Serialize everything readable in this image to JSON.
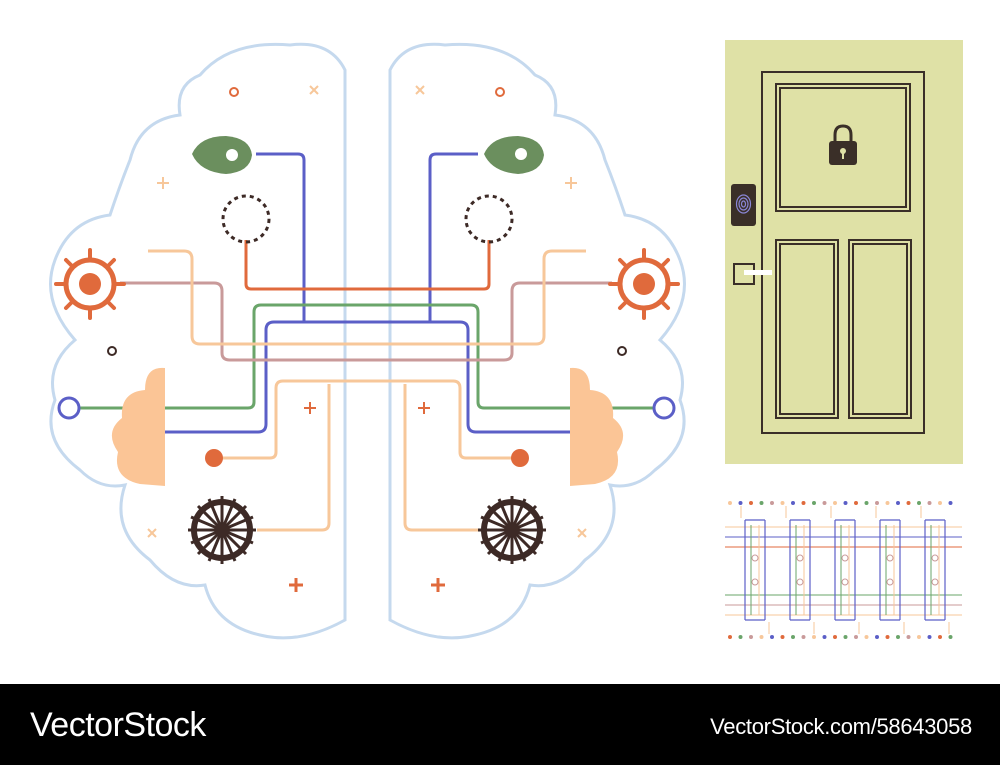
{
  "footer": {
    "brand": "VectorStock",
    "image_id_text": "VectorStock.com/58643058"
  },
  "colors": {
    "brain_outline": "#c5d9ee",
    "blue_line": "#5b5fc7",
    "orange_line": "#e06a3c",
    "peach_line": "#f7c79a",
    "green_line": "#6aa56a",
    "mauve_line": "#c99a9a",
    "gear_orange": "#e06a3c",
    "wheel_dark": "#3d2a26",
    "pin_green": "#6b8f5e",
    "cloud_peach": "#fbc596",
    "door_panel": "#dfe1a6",
    "door_line": "#3a2f28",
    "footer_bg": "#000000"
  },
  "icons": [
    "brain-circuit-illustration",
    "location-pin-icon",
    "gear-icon",
    "ship-wheel-icon",
    "padlock-icon",
    "fingerprint-icon",
    "door-illustration",
    "circuit-pattern-illustration"
  ]
}
